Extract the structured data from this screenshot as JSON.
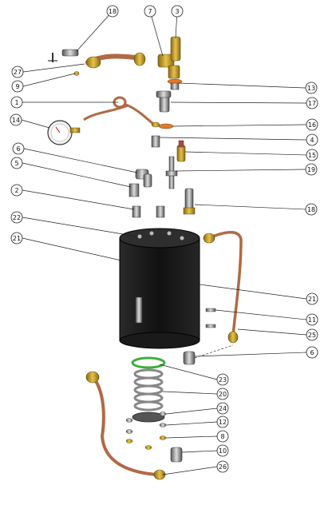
{
  "callouts": {
    "c18a": "18",
    "c7": "7",
    "c3": "3",
    "c27": "27",
    "c9": "9",
    "c13": "13",
    "c1": "1",
    "c17": "17",
    "c14": "14",
    "c16": "16",
    "c4": "4",
    "c15": "15",
    "c6a": "6",
    "c19": "19",
    "c5": "5",
    "c2": "2",
    "c18b": "18",
    "c22": "22",
    "c21a": "21",
    "c21b": "21",
    "c11": "11",
    "c25": "25",
    "c6b": "6",
    "c23": "23",
    "c20": "20",
    "c24": "24",
    "c12": "12",
    "c8": "8",
    "c10": "10",
    "c26": "26"
  },
  "colors": {
    "copper": "#b06a45",
    "brass": "#c9a227",
    "tank": "#1c1c1c",
    "steel": "#9a9a9a",
    "gasket_green": "#3fae3f",
    "orange_seal": "#e07a2a"
  }
}
